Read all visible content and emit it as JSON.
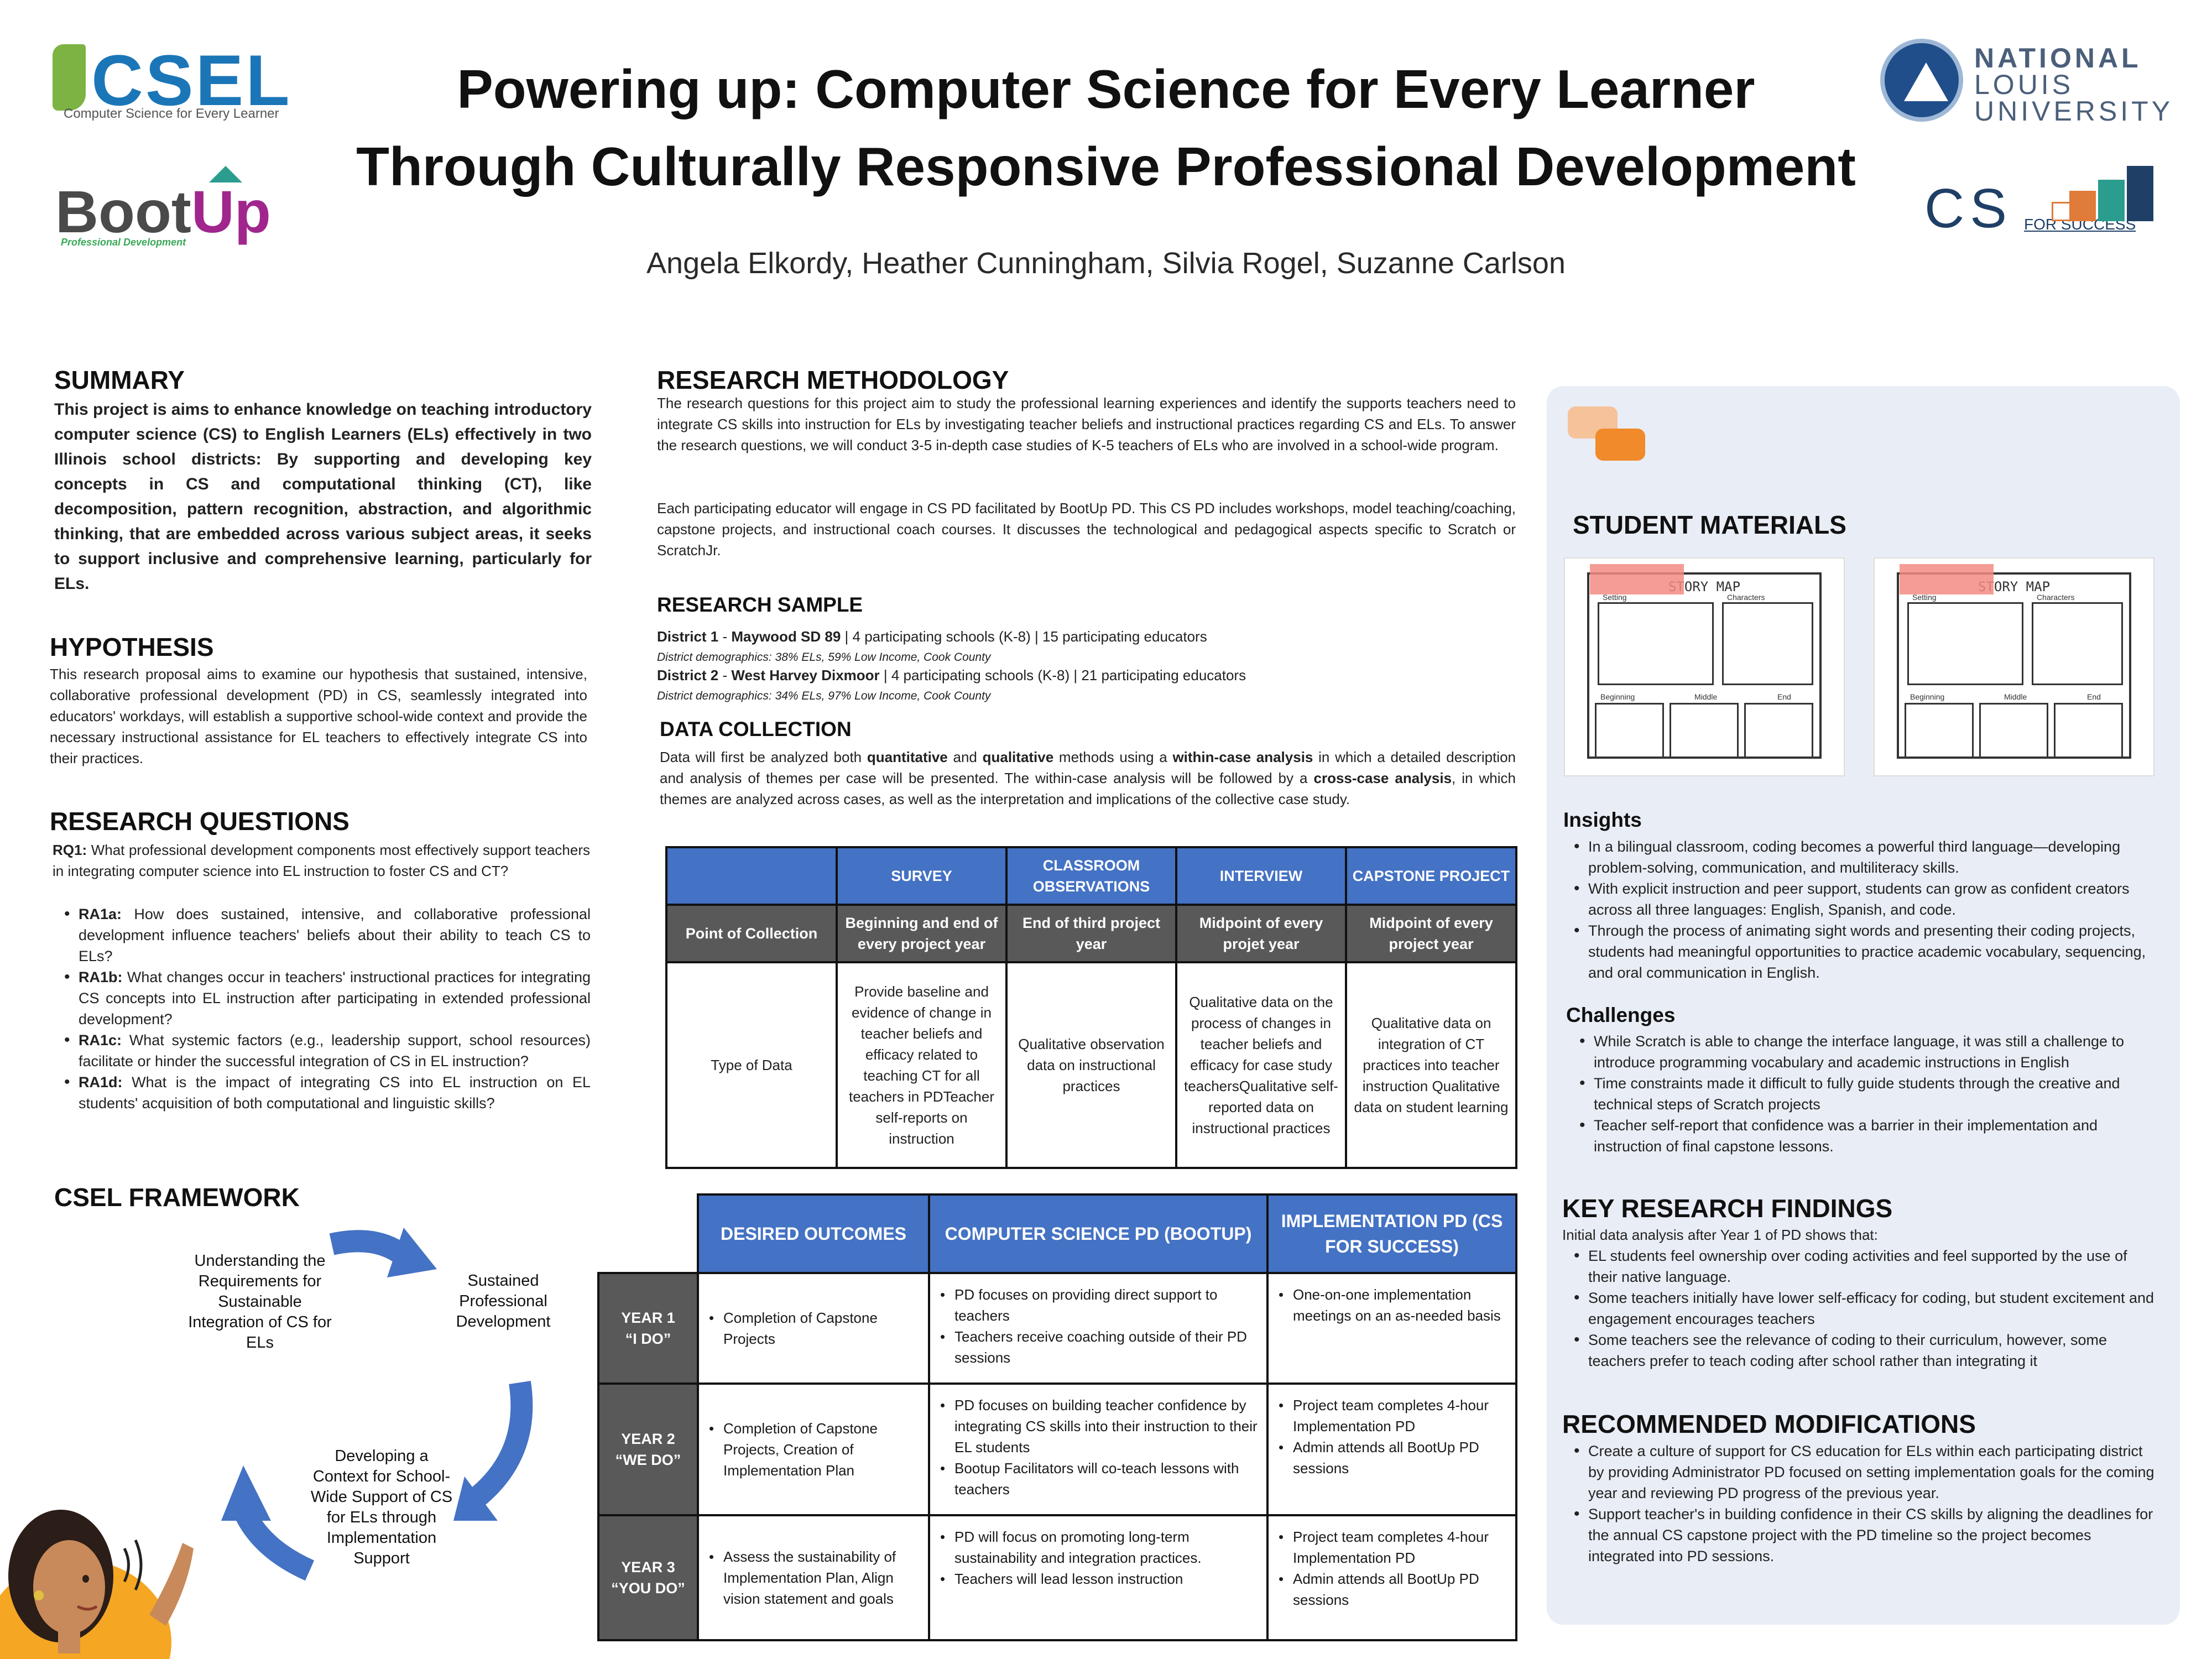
{
  "title": {
    "line1": "Powering up: Computer Science for Every Learner",
    "line2": "Through Culturally Responsive Professional Development"
  },
  "authors": "Angela Elkordy, Heather Cunningham, Silvia Rogel, Suzanne Carlson",
  "logos": {
    "csel_name": "CSEL",
    "csel_tagline": "Computer Science for Every Learner",
    "bootup_name_a": "Boot",
    "bootup_name_b": "Up",
    "bootup_tagline": "Professional Development",
    "nlu_line1": "NATIONAL",
    "nlu_line2": "LOUIS",
    "nlu_line3": "UNIVERSITY",
    "cs4s_name": "CS",
    "cs4s_tagline": "FOR SUCCESS"
  },
  "summary": {
    "heading": "SUMMARY",
    "text": "This project is aims to enhance knowledge on teaching introductory computer science (CS) to English Learners (ELs) effectively in two Illinois school districts:  By supporting and developing key concepts in CS and computational thinking (CT), like decomposition, pattern recognition, abstraction, and algorithmic thinking, that are embedded across various subject areas, it seeks to support inclusive and comprehensive learning, particularly for ELs."
  },
  "hypothesis": {
    "heading": "HYPOTHESIS",
    "text": "This research proposal aims to examine our hypothesis that sustained, intensive, collaborative professional development (PD) in CS, seamlessly integrated into educators' workdays, will establish a supportive school-wide context and provide the necessary instructional assistance for EL teachers to effectively integrate CS into their practices."
  },
  "research_questions": {
    "heading": "RESEARCH QUESTIONS",
    "rq1_label": "RQ1:",
    "rq1": " What professional development components most effectively support teachers in integrating computer science into EL instruction to foster CS and CT?",
    "subs": [
      {
        "label": "RA1a:",
        "text": " How does sustained, intensive, and collaborative professional development influence teachers' beliefs about their ability to teach CS to ELs?"
      },
      {
        "label": "RA1b:",
        "text": " What changes occur in teachers' instructional practices for integrating CS concepts into EL instruction after participating in extended professional development?"
      },
      {
        "label": "RA1c:",
        "text": " What systemic factors (e.g., leadership support, school resources) facilitate or hinder the successful integration of CS in EL instruction?"
      },
      {
        "label": "RA1d:",
        "text": " What is the impact of integrating CS into EL instruction on EL students' acquisition of both computational and linguistic skills?"
      }
    ]
  },
  "framework": {
    "heading": "CSEL FRAMEWORK",
    "node1": "Understanding the Requirements for Sustainable Integration of CS for ELs",
    "node2": "Sustained Professional Development",
    "node3": "Developing a Context for School-Wide Support of CS for ELs through Implementation Support",
    "arrow_color": "#4472c4"
  },
  "methodology": {
    "heading": "RESEARCH METHODOLOGY",
    "p1": "The research questions for this project aim to study the professional learning experiences and identify the supports teachers need to integrate CS skills into instruction for ELs by investigating teacher beliefs and instructional practices regarding CS and ELs. To answer the research questions, we will conduct 3-5 in-depth case studies of K-5 teachers of ELs who are involved in a school-wide program.",
    "p2": "Each participating educator will engage in CS PD facilitated by BootUp PD. This CS PD includes workshops, model teaching/coaching, capstone projects, and instructional coach courses. It discusses the technological and pedagogical aspects specific to Scratch or ScratchJr."
  },
  "sample": {
    "heading": "RESEARCH SAMPLE",
    "d1_label": "District 1",
    "d1_sep": " - ",
    "d1_name": "Maywood SD 89",
    "d1_rest": " | 4 participating schools (K-8) | 15 participating educators",
    "d1_demo": "District demographics: 38% ELs, 59% Low Income, Cook County",
    "d2_label": "District 2",
    "d2_sep": " - ",
    "d2_name": "West Harvey Dixmoor",
    "d2_rest": " | 4 participating schools (K-8) | 21 participating educators",
    "d2_demo": "District demographics: 34% ELs, 97% Low Income, Cook County"
  },
  "data_collection": {
    "heading": "DATA COLLECTION",
    "t1": "Data will first be analyzed both ",
    "b1": "quantitative",
    "t2": " and ",
    "b2": "qualitative",
    "t3": " methods using a ",
    "b3": "within-case analysis",
    "t4": " in which a detailed description and analysis of themes per case will be presented. The within-case analysis will be followed by a ",
    "b4": "cross-case analysis",
    "t5": ", in which themes are analyzed across cases, as well as the interpretation and implications of the collective case study.",
    "table": {
      "headers": [
        "",
        "SURVEY",
        "CLASSROOM OBSERVATIONS",
        "INTERVIEW",
        "CAPSTONE PROJECT"
      ],
      "row1": [
        "Point of Collection",
        "Beginning and end of every project year",
        "End of third project year",
        "Midpoint of every projet year",
        "Midpoint of every project year"
      ],
      "row2": [
        "Type of Data",
        "Provide baseline and evidence of change in teacher beliefs and efficacy related to teaching CT for all teachers in PDTeacher self-reports on instruction",
        "Qualitative observation data on instructional practices",
        "Qualitative data on the process of changes in teacher beliefs and efficacy for case study teachersQualitative self-reported data on instructional practices",
        "Qualitative data on integration of CT practices into teacher instruction Qualitative data on student learning"
      ]
    }
  },
  "years_table": {
    "headers": [
      "",
      "DESIRED OUTCOMES",
      "COMPUTER SCIENCE PD (BOOTUP)",
      "IMPLEMENTATION PD (CS FOR SUCCESS)"
    ],
    "rows": [
      {
        "year": "YEAR 1",
        "quote": "“I DO”",
        "outcomes": [
          "Completion of Capstone Projects"
        ],
        "cs_pd": [
          "PD focuses on providing direct support to teachers",
          "Teachers receive coaching outside of their PD sessions"
        ],
        "impl_pd": [
          "One-on-one implementation meetings on an as-needed basis"
        ]
      },
      {
        "year": "YEAR 2",
        "quote": "“WE DO”",
        "outcomes": [
          "Completion of Capstone Projects, Creation of Implementation Plan"
        ],
        "cs_pd": [
          "PD focuses on building teacher confidence by integrating CS skills into their instruction to their EL students",
          " Bootup Facilitators will co-teach lessons with teachers"
        ],
        "impl_pd": [
          "Project team completes 4-hour Implementation PD",
          "Admin attends all BootUp PD sessions"
        ]
      },
      {
        "year": "YEAR 3",
        "quote": "“YOU DO”",
        "outcomes": [
          "Assess the sustainability of Implementation Plan, Align vision statement and goals"
        ],
        "cs_pd": [
          "PD will focus on promoting long-term sustainability and integration practices.",
          "Teachers will lead lesson instruction"
        ],
        "impl_pd": [
          "Project team completes 4-hour Implementation PD",
          "Admin attends all BootUp PD sessions"
        ]
      }
    ]
  },
  "student_materials": {
    "heading": "STUDENT MATERIALS",
    "story_title": "STORY MAP",
    "setting": "Setting",
    "characters": "Characters",
    "beginning": "Beginning",
    "middle": "Middle",
    "end": "End"
  },
  "insights": {
    "heading": "Insights",
    "items": [
      "In a bilingual classroom, coding becomes a powerful third language—developing problem-solving, communication, and multiliteracy skills.",
      "With explicit instruction and peer support, students can grow as confident creators across all three languages: English, Spanish, and code.",
      "Through the process of animating sight words and presenting their coding projects, students had meaningful opportunities to practice academic vocabulary, sequencing, and oral communication in English."
    ]
  },
  "challenges": {
    "heading": "Challenges",
    "items": [
      "While Scratch is able to change the interface language, it was still a challenge to introduce programming vocabulary and academic instructions in English",
      "Time constraints made it difficult to fully guide students through the creative and technical steps of Scratch projects",
      "Teacher self-report that confidence was a barrier in their implementation and instruction of final capstone lessons."
    ]
  },
  "findings": {
    "heading": "KEY RESEARCH FINDINGS",
    "intro": "Initial data analysis after Year 1 of PD shows that:",
    "items": [
      "EL students feel ownership over coding activities and feel supported by the use of their native language.",
      "Some teachers initially have lower self-efficacy for coding, but student excitement and engagement encourages teachers",
      "Some teachers see the relevance of coding to their curriculum, however, some teachers prefer to teach coding after school rather than integrating it"
    ]
  },
  "modifications": {
    "heading": "RECOMMENDED MODIFICATIONS",
    "items": [
      "Create a culture of support for CS education for ELs within each participating district by providing Administrator PD focused on setting implementation goals for the coming year and reviewing PD progress of the previous year.",
      "Support teacher's in building confidence in their CS skills by aligning the deadlines for the annual CS capstone project with the PD timeline so the project becomes integrated into PD sessions."
    ]
  },
  "colors": {
    "header_blue": "#4472c4",
    "header_dark": "#595959",
    "panel_bg": "#e9edf5"
  }
}
